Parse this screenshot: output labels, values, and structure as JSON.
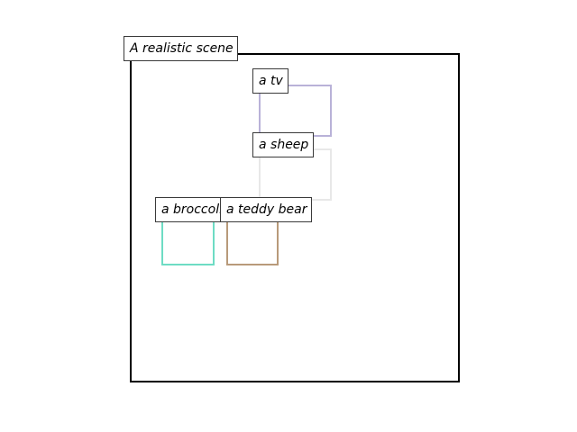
{
  "scene": {
    "title": "A realistic scene"
  },
  "objects": [
    {
      "label": "a tv",
      "color": "#b9b2d8"
    },
    {
      "label": "a sheep",
      "color": "#e8e8e8"
    },
    {
      "label": "a broccoli",
      "color": "#6edcc4"
    },
    {
      "label": "a teddy bear",
      "color": "#b89a7a"
    }
  ]
}
